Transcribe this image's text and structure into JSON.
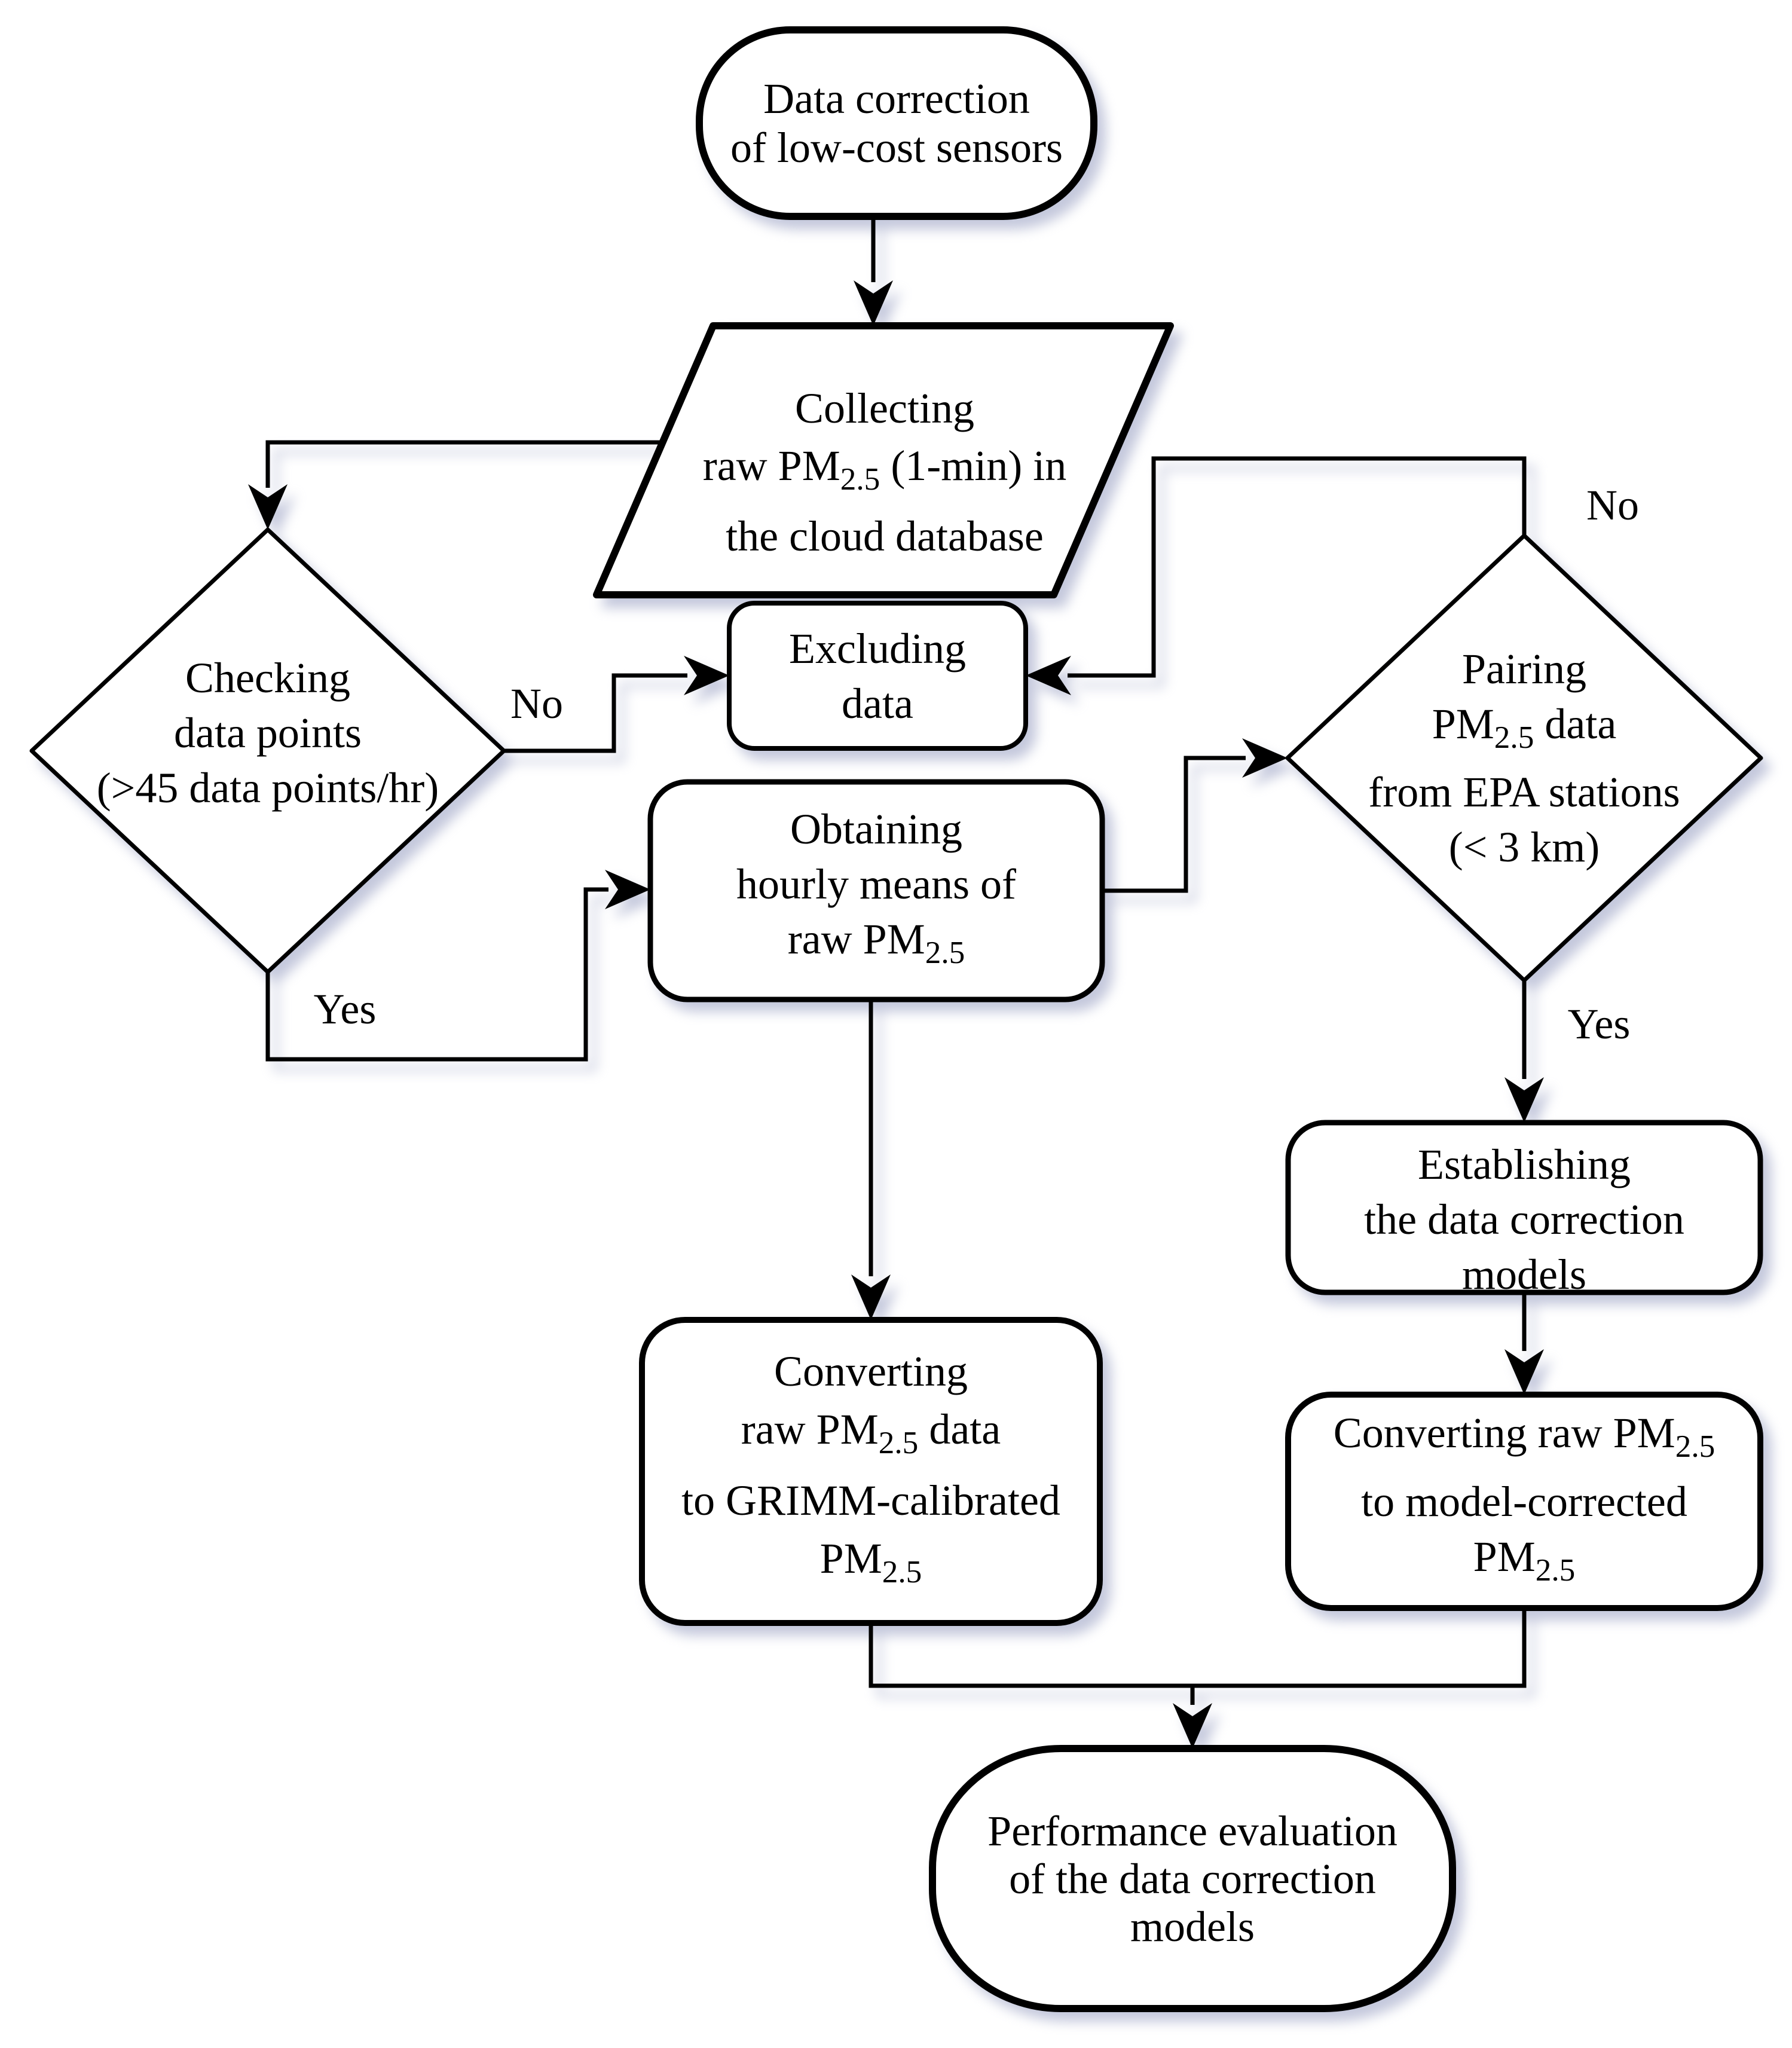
{
  "diagram": {
    "title": "Flow chart of data correction of low-cost sensors",
    "background_color": "#ffffff",
    "stroke_color": "#000000",
    "shadow_color": "rgba(108,118,168,0.40)",
    "nodes": {
      "start": {
        "type": "terminator",
        "line1": "Data correction",
        "line2": "of low-cost sensors"
      },
      "collect": {
        "type": "input-parallelogram",
        "line1": "Collecting",
        "line2_pre": "raw PM",
        "line2_sub": "2.5",
        "line2_post": " (1-min) in",
        "line3": "the cloud database"
      },
      "check": {
        "type": "decision-diamond",
        "line1": "Checking",
        "line2": "data points",
        "line3": "(>45 data points/hr)"
      },
      "exclude": {
        "type": "process",
        "line1": "Excluding",
        "line2": "data"
      },
      "hourly": {
        "type": "process",
        "line1": "Obtaining",
        "line2": "hourly means of",
        "line3_pre": "raw PM",
        "line3_sub": "2.5"
      },
      "pair": {
        "type": "decision-diamond",
        "line1": "Pairing",
        "line2_pre": "PM",
        "line2_sub": "2.5",
        "line2_post": " data",
        "line3": "from EPA stations",
        "line4": "(< 3 km)"
      },
      "establish": {
        "type": "process",
        "line1": "Establishing",
        "line2": "the data correction",
        "line3": "models"
      },
      "convert_grimm": {
        "type": "process",
        "line1": "Converting",
        "line2_pre": "raw PM",
        "line2_sub": "2.5",
        "line2_post": " data",
        "line3": "to GRIMM-calibrated",
        "line4_pre": "PM",
        "line4_sub": "2.5"
      },
      "convert_model": {
        "type": "process",
        "line1_pre": "Converting raw PM",
        "line1_sub": "2.5",
        "line2": "to model-corrected",
        "line3_pre": "PM",
        "line3_sub": "2.5"
      },
      "evaluate": {
        "type": "terminator",
        "line1": "Performance evaluation",
        "line2": "of  the data correction",
        "line3": "models"
      }
    },
    "edge_labels": {
      "check_no": "No",
      "check_yes": "Yes",
      "pair_no": "No",
      "pair_yes": "Yes"
    },
    "edges": [
      {
        "from": "start",
        "to": "collect",
        "label": ""
      },
      {
        "from": "collect",
        "to": "check",
        "label": ""
      },
      {
        "from": "check",
        "to": "exclude",
        "label": "No"
      },
      {
        "from": "check",
        "to": "hourly",
        "label": "Yes"
      },
      {
        "from": "hourly",
        "to": "pair",
        "label": ""
      },
      {
        "from": "pair",
        "to": "exclude",
        "label": "No"
      },
      {
        "from": "pair",
        "to": "establish",
        "label": "Yes"
      },
      {
        "from": "establish",
        "to": "convert_model",
        "label": ""
      },
      {
        "from": "hourly",
        "to": "convert_grimm",
        "label": ""
      },
      {
        "from": "convert_grimm",
        "to": "evaluate",
        "label": ""
      },
      {
        "from": "convert_model",
        "to": "evaluate",
        "label": ""
      }
    ]
  }
}
